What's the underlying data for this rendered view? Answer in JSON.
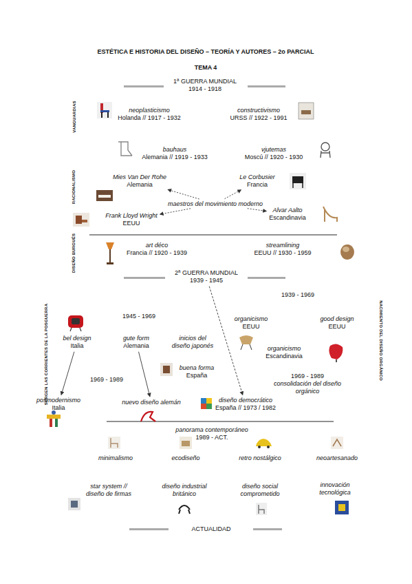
{
  "diagram": {
    "title": "ESTÉTICA E HISTORIA DEL DISEÑO – TEORÍA Y AUTORES – 2o PARCIAL",
    "nodes": [
      {
        "text": [
          "1ª GUERRA MUNDIAL",
          "1914 - 1918"
        ]
      },
      {
        "text": [
          "neoplasticismo",
          "Holanda // 1917 - 1932"
        ]
      },
      {
        "text": [
          "constructivismo",
          "URSS // 1922 - 1991"
        ]
      },
      {
        "text": [
          "bauhaus",
          "Alemania // 1919 - 1933"
        ]
      },
      {
        "text": [
          "vjutemas",
          "Moscú // 1920 - 1930"
        ]
      },
      {
        "text": [
          "Mies Van Der Rohe",
          "Alemania"
        ]
      },
      {
        "text": [
          "Le Corbusier",
          "Francia"
        ]
      },
      {
        "text": [
          "maestros del movimiento moderno"
        ]
      },
      {
        "text": [
          "Frank Lloyd Wright",
          "EEUU"
        ]
      },
      {
        "text": [
          "Alvar Aalto",
          "Escandinavia"
        ]
      },
      {
        "text": [
          "art déco",
          "Francia // 1920 - 1939"
        ]
      },
      {
        "text": [
          "streamlining",
          "EEUU // 1930 - 1959"
        ]
      },
      {
        "text": [
          "2ª GUERRA MUNDIAL",
          "1939 - 1945"
        ]
      },
      {
        "text": [
          "organicismo",
          "EEUU"
        ]
      },
      {
        "text": [
          "good design",
          "EEUU"
        ]
      },
      {
        "text": [
          "bel design",
          "Italia"
        ]
      },
      {
        "text": [
          "gute form",
          "Alemania"
        ]
      },
      {
        "text": [
          "inicios del diseño japonés"
        ]
      },
      {
        "text": [
          "organicismo",
          "Escandinavia"
        ]
      },
      {
        "text": [
          "buena forma",
          "España"
        ]
      },
      {
        "text": [
          "posmodernismo",
          "Italia"
        ]
      },
      {
        "text": [
          "nuevo diseño alemán"
        ]
      },
      {
        "text": [
          "diseño democrático",
          "España // 1973 / 1982"
        ]
      },
      {
        "text": [
          "panorama contemporáneo",
          "1989 - ACT."
        ]
      },
      {
        "text": [
          "minimalismo"
        ]
      },
      {
        "text": [
          "ecodiseño"
        ]
      },
      {
        "text": [
          "retro nostálgico"
        ]
      },
      {
        "text": [
          "neoartesanado"
        ]
      },
      {
        "text": [
          "star system // diseño de firmas"
        ]
      },
      {
        "text": [
          "diseño industrial británico"
        ]
      },
      {
        "text": [
          "diseño social comprometido"
        ]
      },
      {
        "text": [
          "innovación tecnológica"
        ]
      }
    ],
    "edges": [
      {
        "from": 7,
        "to": 5,
        "arrow": "to"
      },
      {
        "from": 7,
        "to": 6,
        "arrow": "to"
      },
      {
        "from": 7,
        "to": 8,
        "arrow": "to"
      },
      {
        "from": 7,
        "to": 9,
        "arrow": "to"
      },
      {
        "from": 15,
        "to": 20,
        "arrow": "to"
      },
      {
        "from": 16,
        "to": 21,
        "arrow": "to"
      },
      {
        "from": 12,
        "to": 22,
        "arrow": "to"
      }
    ],
    "labels": [
      "TEMA 4",
      "VANGUARDIAS",
      "RACIONALISMO",
      "DISEÑO BURGUÉS",
      "1939 - 1969",
      "1945 - 1969",
      "SURGEN LAS CORRIENTES DE LA POSGUERRA",
      "NACIMIENTO DEL DISEÑO ORGÁNICO",
      "1969 - 1989",
      "1969 - 1989",
      "consolidación del diseño orgánico",
      "ACTUALIDAD"
    ]
  }
}
